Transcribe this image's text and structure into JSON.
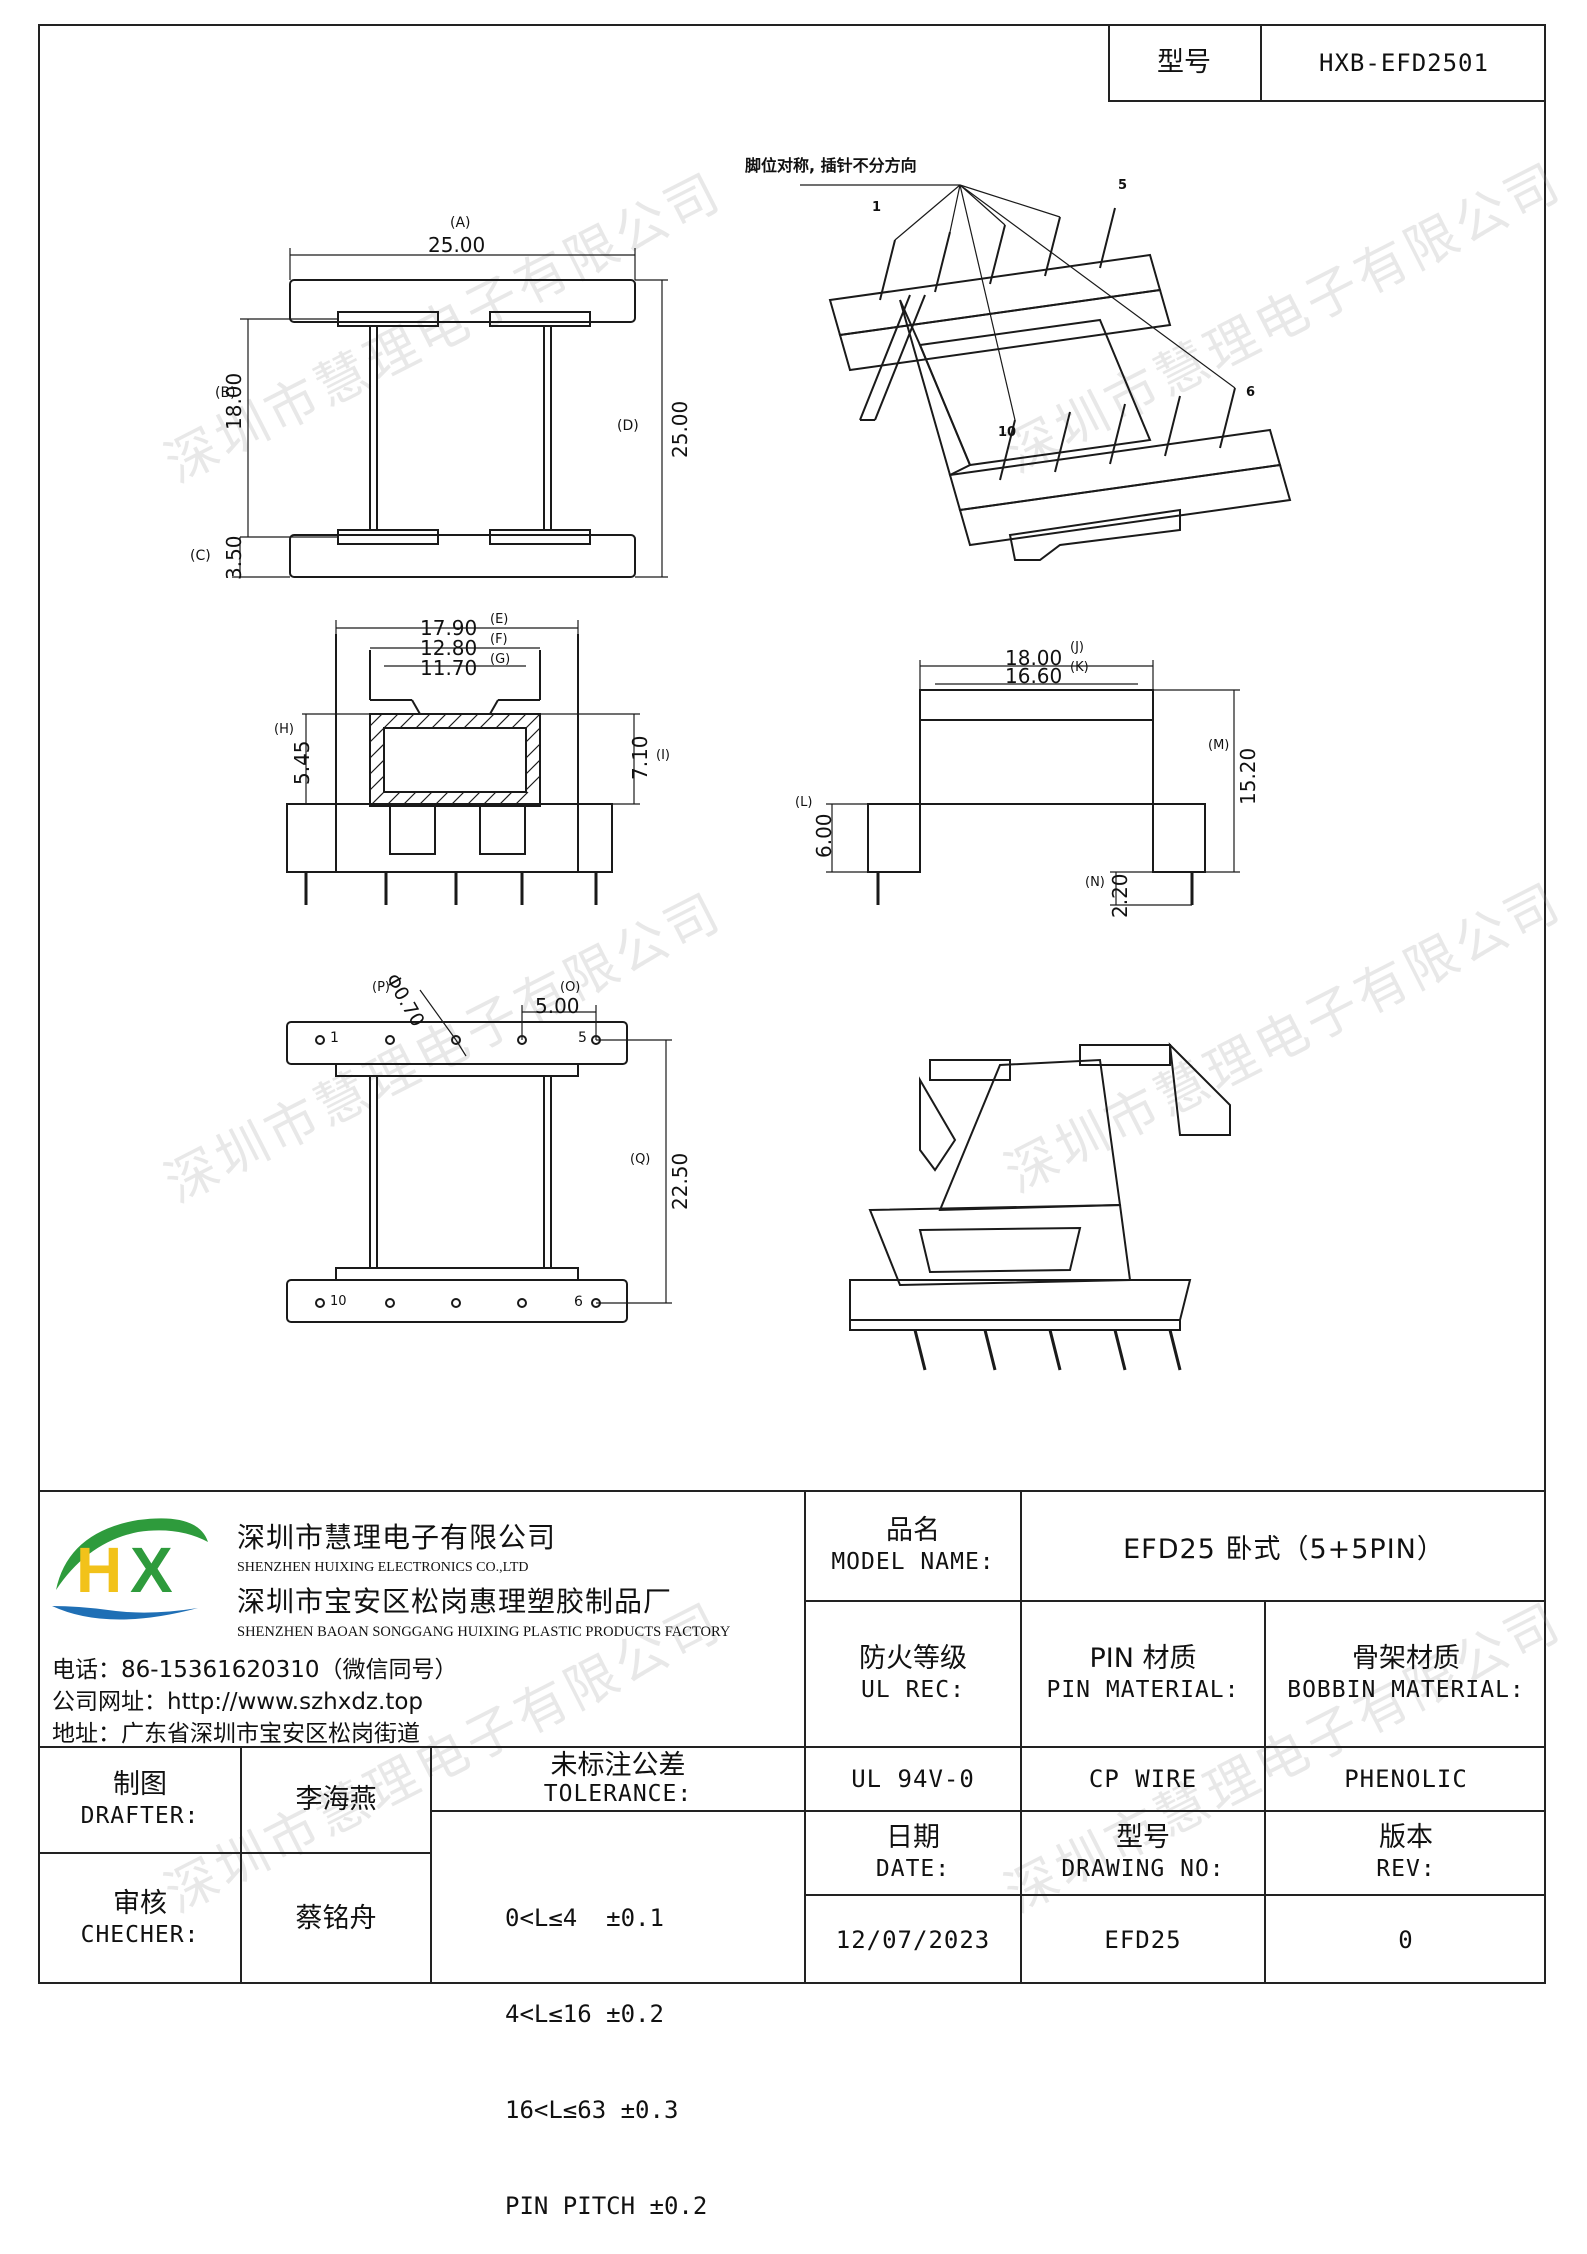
{
  "header": {
    "label_model": "型号",
    "model_code": "HXB-EFD2501"
  },
  "drawing": {
    "note": "脚位对称, 插针不分方向",
    "watermark": "深圳市慧理电子有限公司",
    "top_view": {
      "dim_A_tag": "(A)",
      "dim_A": "25.00",
      "dim_B_tag": "(B)",
      "dim_B": "18.00",
      "dim_C_tag": "(C)",
      "dim_C": "3.50",
      "dim_D_tag": "(D)",
      "dim_D": "25.00"
    },
    "front_view": {
      "dim_E_tag": "(E)",
      "dim_E": "17.90",
      "dim_F_tag": "(F)",
      "dim_F": "12.80",
      "dim_G_tag": "(G)",
      "dim_G": "11.70",
      "dim_H_tag": "(H)",
      "dim_H": "5.45",
      "dim_I_tag": "(I)",
      "dim_I": "7.10"
    },
    "side_view": {
      "dim_J_tag": "(J)",
      "dim_J": "18.00",
      "dim_K_tag": "(K)",
      "dim_K": "16.60",
      "dim_L_tag": "(L)",
      "dim_L": "6.00",
      "dim_M_tag": "(M)",
      "dim_M": "15.20",
      "dim_N_tag": "(N)",
      "dim_N": "2.20"
    },
    "bottom_view": {
      "dim_P_tag": "(P)",
      "dim_P": "Φ0.70",
      "dim_O_tag": "(O)",
      "dim_O": "5.00",
      "dim_Q_tag": "(Q)",
      "dim_Q": "22.50",
      "pin_1": "1",
      "pin_5": "5",
      "pin_6": "6",
      "pin_10": "10"
    },
    "iso_view": {
      "pin_1": "1",
      "pin_5": "5",
      "pin_6": "6",
      "pin_10": "10"
    }
  },
  "company": {
    "name_cn": "深圳市慧理电子有限公司",
    "name_en": "SHENZHEN HUIXING ELECTRONICS CO.,LTD",
    "factory_cn": "深圳市宝安区松岗惠理塑胶制品厂",
    "factory_en": "SHENZHEN BAOAN SONGGANG HUIXING PLASTIC PRODUCTS FACTORY",
    "phone": "电话：86-15361620310（微信同号）",
    "website": "公司网址：http://www.szhxdz.top",
    "address": "地址：广东省深圳市宝安区松岗街道",
    "logo_text": "HX",
    "colors": {
      "logo_green": "#2e9b3c",
      "logo_yellow": "#f2c21a",
      "logo_blue": "#1f6fb5"
    }
  },
  "title_block": {
    "model_name_label_cn": "品名",
    "model_name_label_en": "MODEL NAME:",
    "model_name_value": "EFD25 卧式（5+5PIN）",
    "ul_label_cn": "防火等级",
    "ul_label_en": "UL REC:",
    "pin_material_label_cn": "PIN 材质",
    "pin_material_label_en": "PIN MATERIAL:",
    "bobbin_material_label_cn": "骨架材质",
    "bobbin_material_label_en": "BOBBIN MATERIAL:",
    "ul_value": "UL 94V-0",
    "pin_material_value": "CP WIRE",
    "bobbin_material_value": "PHENOLIC",
    "date_label_cn": "日期",
    "date_label_en": "DATE:",
    "drawing_no_label_cn": "型号",
    "drawing_no_label_en": "DRAWING NO:",
    "rev_label_cn": "版本",
    "rev_label_en": "REV:",
    "date_value": "12/07/2023",
    "drawing_no_value": "EFD25",
    "rev_value": "0"
  },
  "signoff": {
    "drafter_label_cn": "制图",
    "drafter_label_en": "DRAFTER:",
    "drafter_name": "李海燕",
    "checker_label_cn": "审核",
    "checker_label_en": "CHECHER:",
    "checker_name": "蔡铭舟",
    "tolerance_label_cn": "未标注公差",
    "tolerance_label_en": "TOLERANCE:",
    "tolerances": [
      "0<L≤4  ±0.1",
      "4<L≤16 ±0.2",
      "16<L≤63 ±0.3",
      "PIN PITCH ±0.2"
    ]
  }
}
